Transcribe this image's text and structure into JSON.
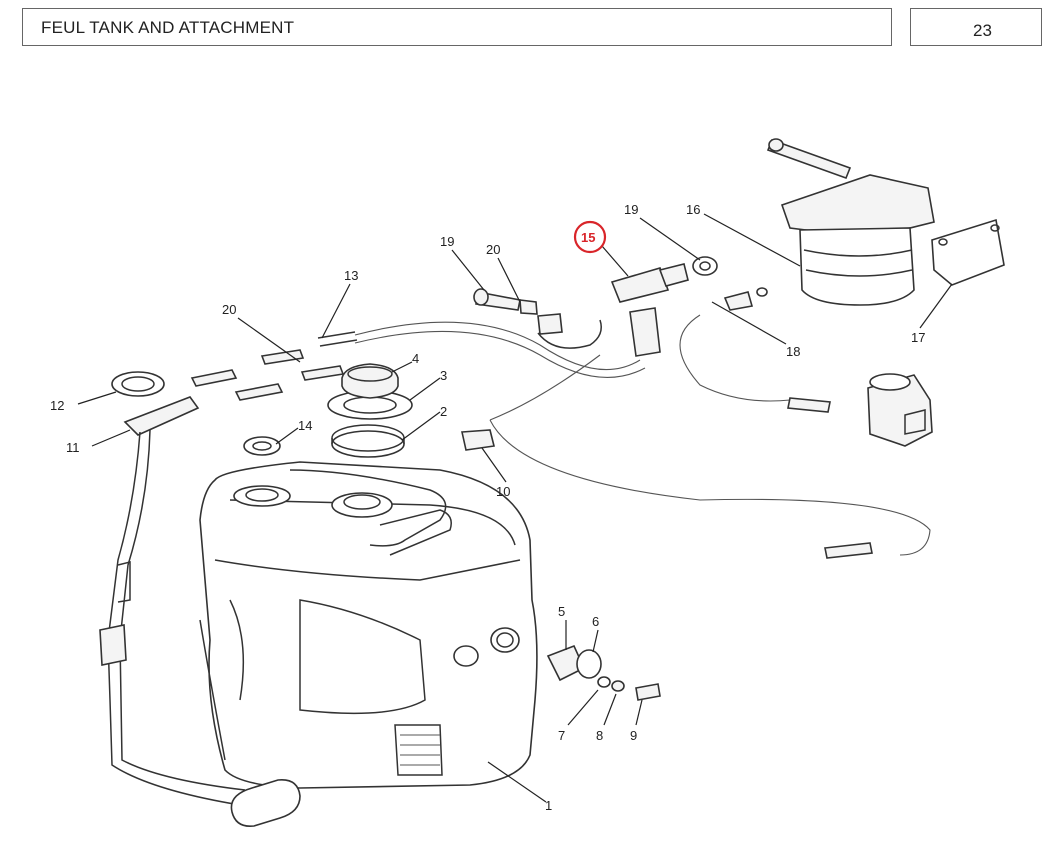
{
  "header": {
    "title": "FEUL TANK AND ATTACHMENT",
    "page_number": "23"
  },
  "highlight": {
    "color": "#d9252a"
  },
  "callouts": {
    "c1": "1",
    "c2": "2",
    "c3": "3",
    "c4": "4",
    "c5": "5",
    "c6": "6",
    "c7": "7",
    "c8": "8",
    "c9": "9",
    "c10": "10",
    "c11": "11",
    "c12": "12",
    "c13": "13",
    "c14": "14",
    "c15": "15",
    "c16": "16",
    "c17": "17",
    "c18": "18",
    "c19a": "19",
    "c19b": "19",
    "c20a": "20",
    "c20b": "20"
  }
}
